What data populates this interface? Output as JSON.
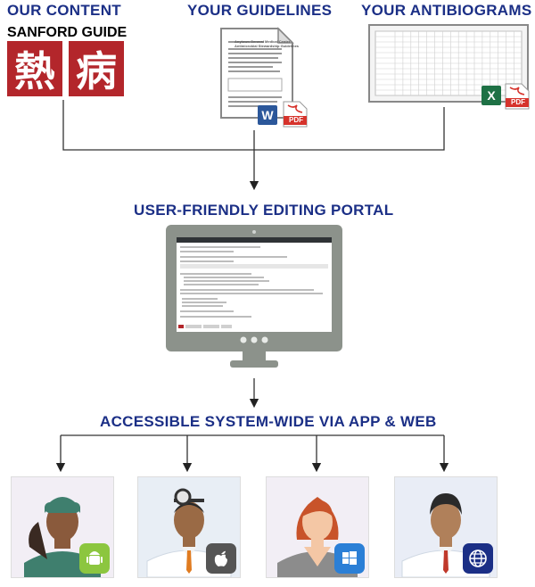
{
  "headings": {
    "content": "OUR CONTENT",
    "guidelines": "YOUR GUIDELINES",
    "antibiograms": "YOUR ANTIBIOGRAMS",
    "portal": "USER-FRIENDLY EDITING PORTAL",
    "access": "ACCESSIBLE SYSTEM-WIDE VIA APP & WEB"
  },
  "sanford": {
    "label": "SANFORD GUIDE",
    "glyph_1": "熱",
    "glyph_2": "病"
  },
  "document": {
    "title_line_1": "Anytown General Medical Center",
    "title_line_2": "Antimicrobial Stewardship Guidelines"
  },
  "file_badges": {
    "word": "W",
    "pdf": "PDF",
    "excel": "X"
  },
  "platform_icons": [
    "android-icon",
    "apple-icon",
    "windows-icon",
    "web-icon"
  ],
  "colors": {
    "heading": "#1b2f86",
    "sanford_red": "#b3262b",
    "monitor": "#8c928b",
    "android": "#8cc63f",
    "apple": "#555555",
    "windows": "#2b7fd6",
    "web": "#1b2f86"
  }
}
